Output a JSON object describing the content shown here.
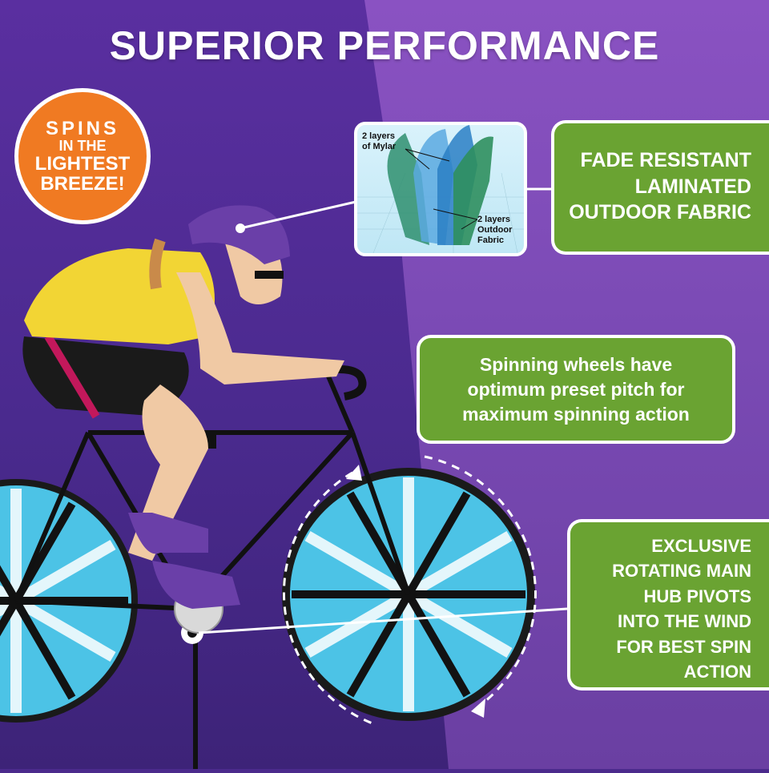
{
  "title": "SUPERIOR PERFORMANCE",
  "badge": {
    "line1": "SPINS",
    "line2": "IN THE",
    "line3": "LIGHTEST",
    "line4": "BREEZE!"
  },
  "inset": {
    "mylar_line1": "2 layers",
    "mylar_line2": "of Mylar",
    "outdoor_line1": "2 layers",
    "outdoor_line2": "Outdoor",
    "outdoor_line3": "Fabric"
  },
  "callouts": {
    "fade": [
      "FADE RESISTANT",
      "LAMINATED",
      "OUTDOOR FABRIC"
    ],
    "spin": [
      "Spinning wheels have",
      "optimum preset pitch for",
      "maximum spinning action"
    ],
    "hub": [
      "EXCLUSIVE",
      "ROTATING MAIN",
      "HUB PIVOTS",
      "INTO THE WIND",
      "FOR BEST SPIN",
      "ACTION"
    ]
  },
  "colors": {
    "badge": "#f07a22",
    "callout": "#6aa332",
    "background_left": "#4b2a8c",
    "background_right": "#7a4ab4",
    "wheel_blue": "#3db8de",
    "jersey": "#f2d534",
    "helmet": "#6a3fa8"
  }
}
